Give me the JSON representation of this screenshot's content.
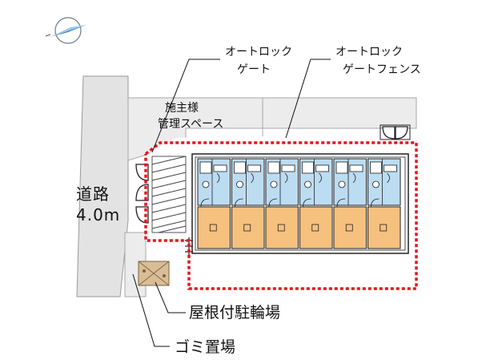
{
  "labels": {
    "road_line1": "道路",
    "road_line2": "4.0m",
    "owner_line1": "施主様",
    "owner_line2": "管理スペース",
    "autolock_gate_line1": "オートロック",
    "autolock_gate_line2": "ゲート",
    "autolock_fence_line1": "オートロック",
    "autolock_fence_line2": "ゲートフェンス",
    "bicycle_parking": "屋根付駐輪場",
    "garbage_area": "ゴミ置場"
  },
  "compass_icon": "north-arrow-icon",
  "unit_count": 6,
  "colors": {
    "road": "#e3e3e3",
    "outer_lot": "#ececec",
    "fence_dotted": "#e8141e",
    "bath_area": "#bcdcf2",
    "room_floor": "#f6c07e",
    "garbage_box": "#d9bd94"
  }
}
